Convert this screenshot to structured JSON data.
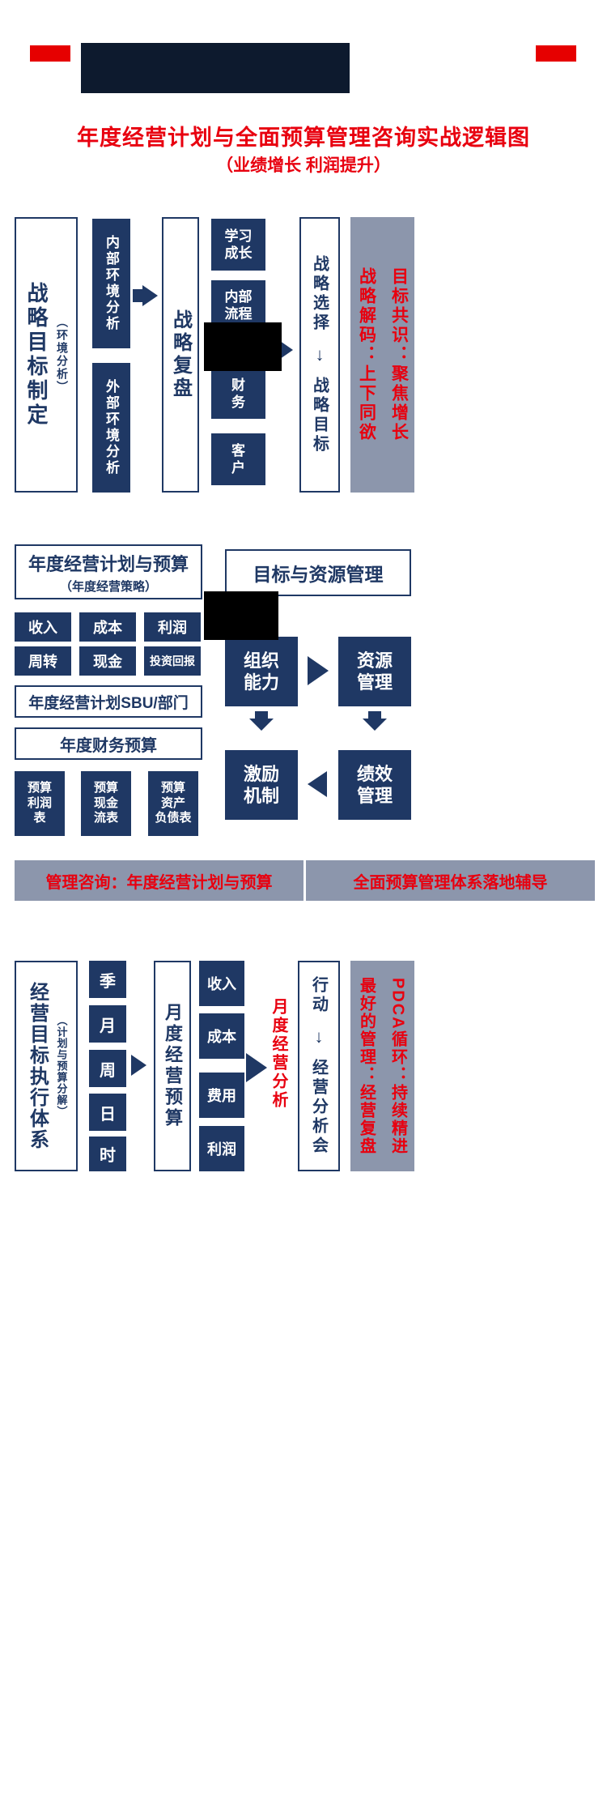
{
  "colors": {
    "navy": "#1f3864",
    "red": "#e8000f",
    "accent_red": "#e60000",
    "gray_blue": "#8c96ac",
    "header_navy": "#0d1a2e",
    "black": "#000000"
  },
  "title": {
    "line1": "年度经营计划与全面预算管理咨询实战逻辑图",
    "line2": "（业绩增长  利润提升）"
  },
  "strategy_section": {
    "goal_box": {
      "main": "战略目标制定",
      "sub": "（环境分析）"
    },
    "internal_env": "内部环境分析",
    "external_env": "外部环境分析",
    "review": "战略复盘",
    "bsc": {
      "learning": "学习\n成长",
      "process": "内部\n流程",
      "finance": "财\n务",
      "customer": "客\n户"
    },
    "choice": {
      "top": "战略选择",
      "arrow": "↓",
      "bottom": "战略目标"
    },
    "slogan": {
      "col1": "战略解码：上下同欲",
      "col2": "目标共识：聚焦增长"
    }
  },
  "plan_section": {
    "plan_box": {
      "main": "年度经营计划与预算",
      "sub": "（年度经营策略）"
    },
    "resource_box": "目标与资源管理",
    "metrics_row1": [
      "收入",
      "成本",
      "利润"
    ],
    "metrics_row2": [
      "周转",
      "现金",
      "投资回报"
    ],
    "sbu_box": "年度经营计划SBU/部门",
    "finance_box": "年度财务预算",
    "statements": [
      "预算\n利润\n表",
      "预算\n现金\n流表",
      "预算\n资产\n负债表"
    ],
    "cycle": {
      "org": "组织\n能力",
      "resource": "资源\n管理",
      "incentive": "激励\n机制",
      "performance": "绩效\n管理"
    }
  },
  "band": {
    "left": "管理咨询：年度经营计划与预算",
    "right": "全面预算管理体系落地辅导"
  },
  "execution_section": {
    "exec_box": {
      "main": "经营目标执行体系",
      "sub": "（计划与预算分解）"
    },
    "periods": [
      "季",
      "月",
      "周",
      "日",
      "时"
    ],
    "monthly_budget": "月度经营预算",
    "items": [
      "收入",
      "成本",
      "费用",
      "利润"
    ],
    "red_note": "月度经营分析",
    "action": {
      "top": "行动",
      "arrow": "↓",
      "bottom": "经营分析会"
    },
    "slogan": {
      "col1": "最好的管理：经营复盘",
      "col2": "PDCA循环：持续精进"
    }
  }
}
